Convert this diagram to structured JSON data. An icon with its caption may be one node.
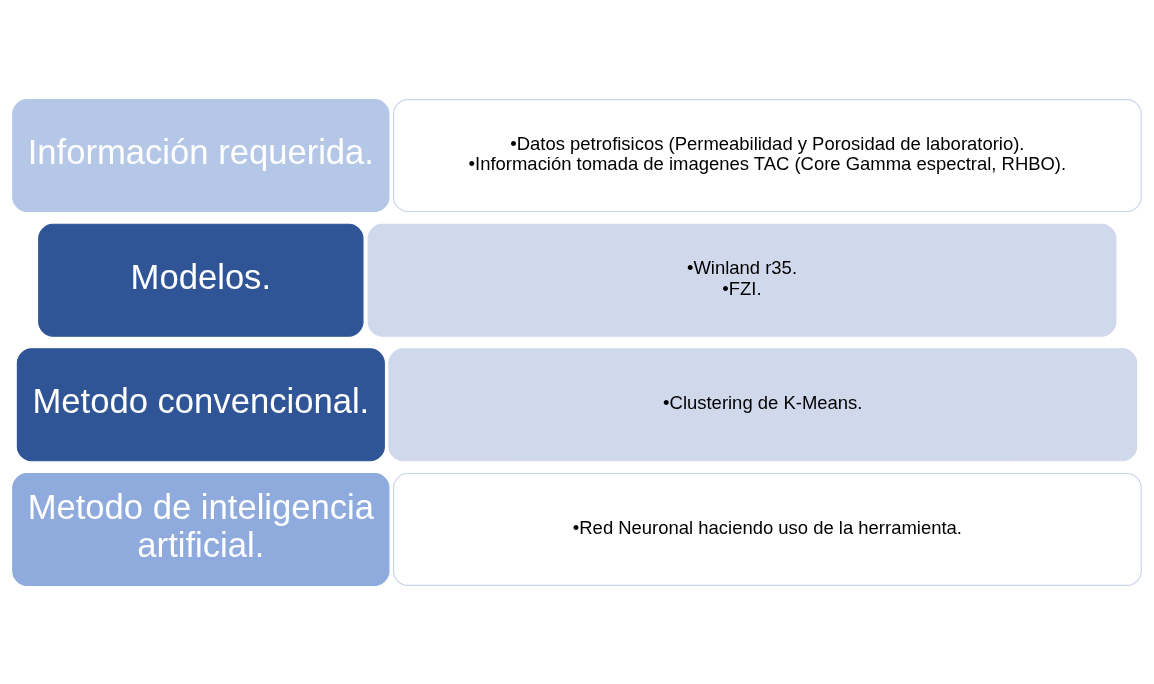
{
  "diagram": {
    "nodes": [
      {
        "text": [
          "Información requerida."
        ]
      },
      {
        "text": [
          "•Datos petrofisicos (Permeabilidad y Porosidad de laboratorio).",
          "•Información tomada de imagenes TAC (Core Gamma espectral, RHBO)."
        ]
      },
      {
        "text": [
          "Modelos."
        ]
      },
      {
        "text": [
          "•Winland r35.",
          "•FZI."
        ]
      },
      {
        "text": [
          "Metodo convencional."
        ]
      },
      {
        "text": [
          "•Clustering de K-Means."
        ]
      },
      {
        "text": [
          "Metodo de inteligencia artificial."
        ]
      },
      {
        "text": [
          "•Red Neuronal haciendo uso de la herramienta."
        ]
      }
    ],
    "edges": []
  }
}
